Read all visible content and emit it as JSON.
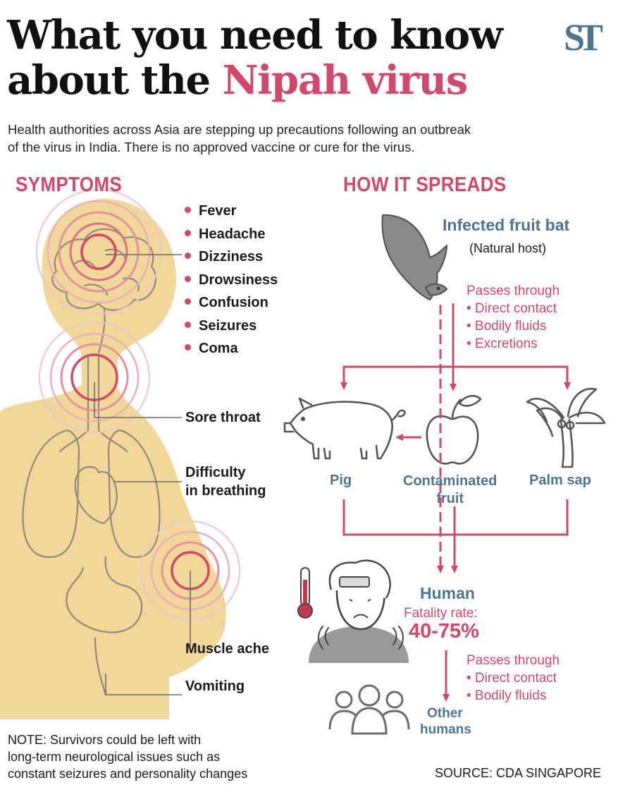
{
  "header": {
    "title_line1": "What you need to know",
    "title_line2_prefix": "about the ",
    "title_line2_accent": "Nipah virus",
    "logo": "ST",
    "intro_line1": "Health authorities across Asia are stepping up precautions following an outbreak",
    "intro_line2": "of the virus in India. There is no approved vaccine or cure for the virus."
  },
  "symptoms": {
    "heading": "SYMPTOMS",
    "head_list": [
      "Fever",
      "Headache",
      "Dizziness",
      "Drowsiness",
      "Confusion",
      "Seizures",
      "Coma"
    ],
    "sore_throat": "Sore throat",
    "breathing_line1": "Difficulty",
    "breathing_line2": "in breathing",
    "muscle_ache": "Muscle ache",
    "vomiting": "Vomiting"
  },
  "spread": {
    "heading": "HOW IT SPREADS",
    "bat_title": "Infected fruit bat",
    "bat_subtitle": "(Natural host)",
    "passes_title": "Passes through",
    "bat_routes": [
      "• Direct contact",
      "• Bodily fluids",
      "• Excretions"
    ],
    "pig_label": "Pig",
    "fruit_label_line1": "Contaminated",
    "fruit_label_line2": "fruit",
    "palm_label": "Palm sap",
    "human_title": "Human",
    "fatality_label": "Fatality rate:",
    "fatality_value": "40-75%",
    "human_passes_title": "Passes through",
    "human_routes": [
      "• Direct contact",
      "• Bodily fluids"
    ],
    "others_line1": "Other",
    "others_line2": "humans"
  },
  "footer": {
    "note_line1": "NOTE: Survivors could be left with",
    "note_line2": "long-term neurological issues such as",
    "note_line3": "constant seizures and personality changes",
    "source": "SOURCE: CDA SINGAPORE"
  },
  "colors": {
    "accent": "#d0486a",
    "blue": "#4d7590",
    "body": "#f1d898",
    "grey_icon": "#7d7d7d",
    "organ_line": "#8e8a80"
  },
  "icons": [
    "fruit-bat-icon",
    "pig-icon",
    "apple-icon",
    "palm-tree-icon",
    "sick-person-icon",
    "thermometer-icon",
    "people-group-icon"
  ]
}
